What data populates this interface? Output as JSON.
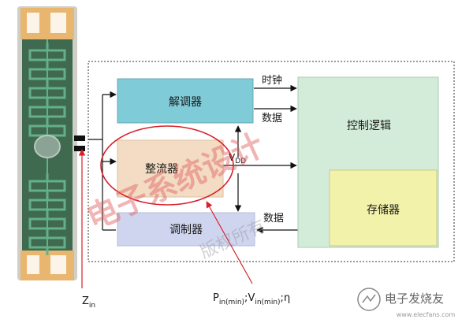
{
  "blocks": {
    "demodulator": "解调器",
    "rectifier": "整流器",
    "modulator": "调制器",
    "control_logic": "控制逻辑",
    "memory": "存储器"
  },
  "signals": {
    "clock": "时钟",
    "data_top": "数据",
    "data_bottom": "数据",
    "vdd_main": "V",
    "vdd_sub": "DD"
  },
  "bottom_labels": {
    "zin_main": "Z",
    "zin_sub": "in",
    "pin_main": "P",
    "pin_sub": "in(min)",
    "sep1": ";",
    "vin_main": "V",
    "vin_sub": "in(min)",
    "sep2": ";",
    "eta": "η"
  },
  "watermark": {
    "text": "电子系统设计",
    "sub": "版权所有"
  },
  "logo": {
    "text": "电子发烧友",
    "url_text": "www.elecfans.com"
  },
  "colors": {
    "demodulator_fill": "#7fcbd8",
    "rectifier_fill": "#f3dcc3",
    "modulator_fill": "#cfd5ef",
    "control_fill": "#d3ecd9",
    "memory_fill": "#f2f2ab",
    "antenna_board": "#3f6a50",
    "antenna_trace": "#63b08a",
    "pad": "#e8b66e",
    "watermark": "#e06060",
    "highlight": "#d8202a"
  }
}
